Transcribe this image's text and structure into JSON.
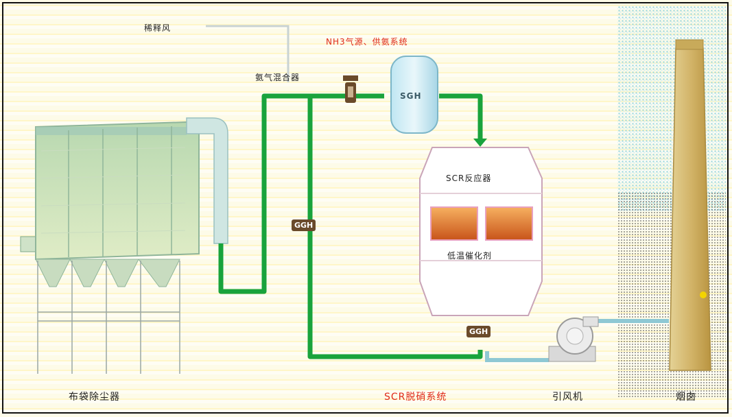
{
  "labels": {
    "dilution_air": "稀释风",
    "ammonia_mixer": "氨气混合器",
    "ammonia_supply": "NH3气源、供氨系统",
    "sgh": "SGH",
    "catalyst_top": "SCR反应器",
    "catalyst_bottom": "低温催化剂",
    "bag_filter": "布袋除尘器",
    "scr_system": "SCR脱硝系统",
    "fan": "引风机",
    "chimney": "烟囱",
    "ggh_left": "GGH",
    "ggh_bottom": "GGH"
  },
  "colors": {
    "pipe": "#19a33c",
    "pipe_light": "#7ec8d0",
    "accent_red": "#e02a1a",
    "valve": "#6a4a2a"
  },
  "icons": {
    "valve": "valve-icon",
    "fan": "fan-icon"
  }
}
